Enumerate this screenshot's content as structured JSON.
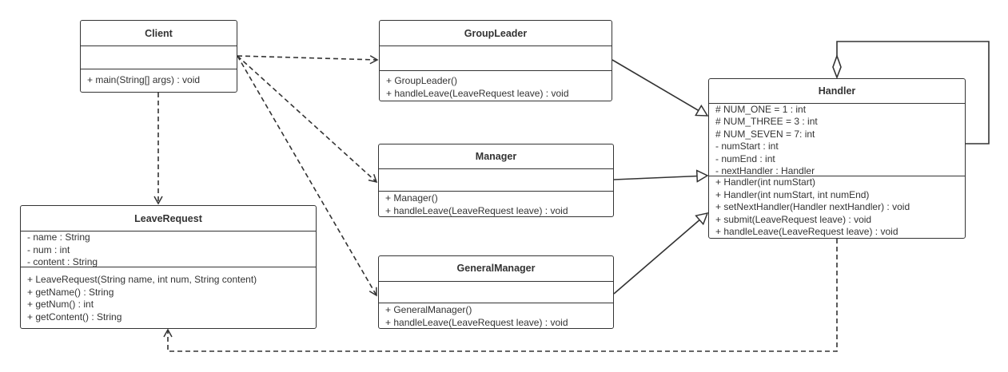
{
  "classes": {
    "client": {
      "name": "Client",
      "attributes": [],
      "methods": [
        "+ main(String[] args) : void"
      ]
    },
    "group_leader": {
      "name": "GroupLeader",
      "attributes": [],
      "methods": [
        "+ GroupLeader()",
        "+ handleLeave(LeaveRequest leave) : void"
      ]
    },
    "manager": {
      "name": "Manager",
      "attributes": [],
      "methods": [
        "+ Manager()",
        "+ handleLeave(LeaveRequest leave) : void"
      ]
    },
    "general_manager": {
      "name": "GeneralManager",
      "attributes": [],
      "methods": [
        "+ GeneralManager()",
        "+ handleLeave(LeaveRequest leave) : void"
      ]
    },
    "handler": {
      "name": "Handler",
      "attributes": [
        "# NUM_ONE = 1 :   int",
        "# NUM_THREE = 3 :   int",
        "# NUM_SEVEN = 7:   int",
        "- numStart :   int",
        "- numEnd :   int",
        "- nextHandler :   Handler"
      ],
      "methods": [
        "+ Handler(int numStart)",
        "+ Handler(int numStart, int numEnd)",
        "+ setNextHandler(Handler nextHandler) :   void",
        "+ submit(LeaveRequest leave) :   void",
        "+ handleLeave(LeaveRequest leave) :   void"
      ]
    },
    "leave_request": {
      "name": "LeaveRequest",
      "attributes": [
        "- name : String",
        "- num : int",
        "- content : String"
      ],
      "methods": [
        "+ LeaveRequest(String name, int num, String content)",
        "+ getName() : String",
        "+ getNum() : int",
        "+ getContent() : String"
      ]
    }
  },
  "relations": [
    {
      "from": "Client",
      "to": "GroupLeader",
      "type": "dependency"
    },
    {
      "from": "Client",
      "to": "Manager",
      "type": "dependency"
    },
    {
      "from": "Client",
      "to": "GeneralManager",
      "type": "dependency"
    },
    {
      "from": "Client",
      "to": "LeaveRequest",
      "type": "dependency"
    },
    {
      "from": "GroupLeader",
      "to": "Handler",
      "type": "generalization"
    },
    {
      "from": "Manager",
      "to": "Handler",
      "type": "generalization"
    },
    {
      "from": "GeneralManager",
      "to": "Handler",
      "type": "generalization"
    },
    {
      "from": "Handler",
      "to": "Handler",
      "type": "aggregation"
    },
    {
      "from": "Handler",
      "to": "LeaveRequest",
      "type": "dependency"
    }
  ],
  "colors": {
    "line": "#333333",
    "background": "#ffffff"
  }
}
